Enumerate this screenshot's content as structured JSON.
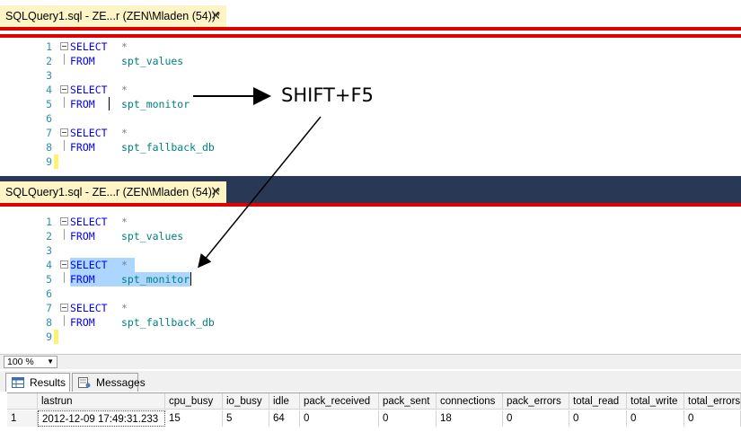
{
  "tab_title": "SQLQuery1.sql - ZE...r (ZEN\\Mladen (54))*",
  "tab_close": "✕",
  "code_lines": [
    {
      "n": "1",
      "kw": "SELECT",
      "rest": "*",
      "rest_type": "op"
    },
    {
      "n": "2",
      "kw": "FROM",
      "rest": "spt_values",
      "rest_type": "id"
    },
    {
      "n": "3",
      "kw": "",
      "rest": "",
      "rest_type": ""
    },
    {
      "n": "4",
      "kw": "SELECT",
      "rest": "*",
      "rest_type": "op"
    },
    {
      "n": "5",
      "kw": "FROM",
      "rest": "spt_monitor",
      "rest_type": "id"
    },
    {
      "n": "6",
      "kw": "",
      "rest": "",
      "rest_type": ""
    },
    {
      "n": "7",
      "kw": "SELECT",
      "rest": "*",
      "rest_type": "op"
    },
    {
      "n": "8",
      "kw": "FROM",
      "rest": "spt_fallback_db",
      "rest_type": "id"
    },
    {
      "n": "9",
      "kw": "",
      "rest": "",
      "rest_type": ""
    }
  ],
  "annotation": "SHIFT+F5",
  "zoom": "100 %",
  "results_tabs": [
    {
      "label": "Results",
      "icon": "grid-icon"
    },
    {
      "label": "Messages",
      "icon": "messages-icon"
    }
  ],
  "columns": [
    "lastrun",
    "cpu_busy",
    "io_busy",
    "idle",
    "pack_received",
    "pack_sent",
    "connections",
    "pack_errors",
    "total_read",
    "total_write",
    "total_errors"
  ],
  "rows": [
    {
      "n": "1",
      "cells": [
        "2012-12-09 17:49:31.233",
        "15",
        "5",
        "64",
        "0",
        "0",
        "18",
        "0",
        "0",
        "0",
        "0"
      ]
    }
  ],
  "colors": {
    "keyword": "#0000ff",
    "identifier": "#008080",
    "line_number": "#2b91af",
    "selection": "#add6ff",
    "tab_active": "#fff4c6",
    "accent_red": "#e00000",
    "window_dark": "#293955"
  }
}
